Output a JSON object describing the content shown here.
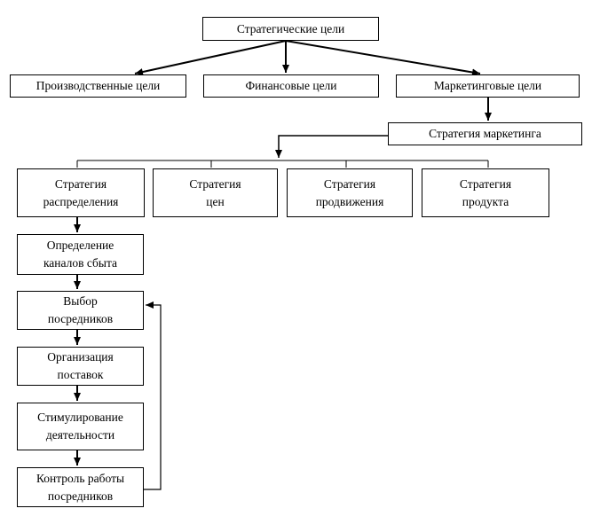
{
  "diagram": {
    "nodes": {
      "strategic_goals": "Стратегические цели",
      "production_goals": "Производственные цели",
      "financial_goals": "Финансовые цели",
      "marketing_goals": "Маркетинговые цели",
      "marketing_strategy": "Стратегия маркетинга",
      "distribution_strategy": [
        "Стратегия",
        "распределения"
      ],
      "price_strategy": [
        "Стратегия",
        "цен"
      ],
      "promotion_strategy": [
        "Стратегия",
        "продвижения"
      ],
      "product_strategy": [
        "Стратегия",
        "продукта"
      ],
      "sales_channels": [
        "Определение",
        "каналов сбыта"
      ],
      "intermediaries_choice": [
        "Выбор",
        "посредников"
      ],
      "supply_organization": [
        "Организация",
        "поставок"
      ],
      "activity_stimulation": [
        "Стимулирование",
        "деятельности"
      ],
      "intermediaries_control": [
        "Контроль работы",
        "посредников"
      ]
    }
  }
}
